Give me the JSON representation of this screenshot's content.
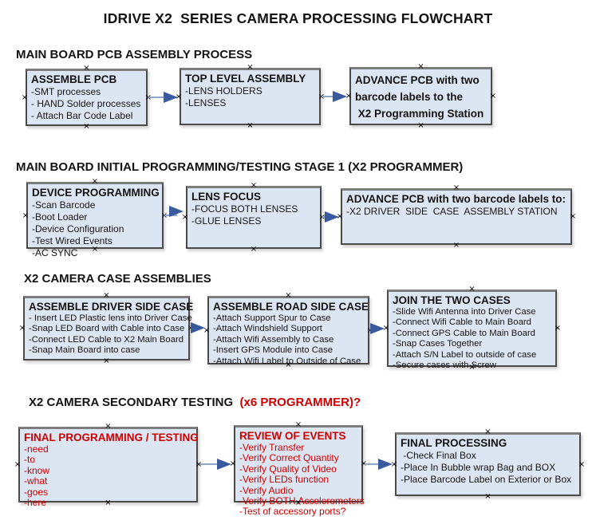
{
  "title": "IDRIVE X2  SERIES CAMERA PROCESSING FLOWCHART",
  "colors": {
    "box_fill": "#dce6f2",
    "box_border": "#4a4a4a",
    "box_border_top": "#7c7c7c",
    "arrow_line": "#8fa7c7",
    "arrow_head": "#3a5a9e",
    "red": "#cc0000"
  },
  "icons": {
    "connection_handle": "×"
  },
  "sections": [
    {
      "header": "MAIN BOARD PCB ASSEMBLY PROCESS",
      "boxes": [
        {
          "title": "ASSEMBLE PCB",
          "items": [
            "-SMT processes",
            "- HAND Solder processes",
            "- Attach Bar Code Label"
          ]
        },
        {
          "title": "TOP LEVEL ASSEMBLY",
          "items": [
            "-LENS HOLDERS",
            "-LENSES"
          ]
        },
        {
          "title_lines": [
            "ADVANCE PCB with two",
            "barcode labels to the",
            " X2 Programming Station"
          ]
        }
      ]
    },
    {
      "header": "MAIN BOARD INITIAL PROGRAMMING/TESTING STAGE 1 (X2 PROGRAMMER)",
      "boxes": [
        {
          "title": "DEVICE PROGRAMMING",
          "items": [
            "-Scan Barcode",
            "-Boot Loader",
            "-Device Configuration",
            "-Test Wired Events",
            "-AC SYNC"
          ]
        },
        {
          "title": "LENS FOCUS",
          "items": [
            "-FOCUS BOTH LENSES",
            "-GLUE LENSES"
          ]
        },
        {
          "title": "ADVANCE PCB with two barcode labels to:",
          "items": [
            "-X2 DRIVER  SIDE  CASE  ASSEMBLY STATION"
          ]
        }
      ]
    },
    {
      "header": "X2 CAMERA CASE ASSEMBLIES",
      "boxes": [
        {
          "title": "ASSEMBLE DRIVER SIDE CASE",
          "items": [
            "- Insert LED Plastic lens into Driver Case",
            "-Snap LED Board with Cable into Case",
            "-Connect LED Cable to X2 Main Board",
            "-Snap Main Board into case"
          ]
        },
        {
          "title": "ASSEMBLE ROAD SIDE CASE",
          "items": [
            "-Attach Support Spur to Case",
            "-Attach Windshield Support",
            "-Attach Wifi Assembly to Case",
            "-Insert GPS Module into Case",
            "-Attach Wifi Label to Outside of Case"
          ]
        },
        {
          "title": "JOIN THE TWO CASES",
          "items": [
            "-Slide Wifi Antenna into Driver Case",
            "-Connect Wifi Cable to Main Board",
            "-Connect GPS Cable to Main Board",
            "-Snap Cases Together",
            "-Attach S/N Label to outside of case",
            "-Secure cases with Screw"
          ]
        }
      ]
    },
    {
      "header": "X2 CAMERA SECONDARY TESTING  ",
      "header_red": "(x6 PROGRAMMER)?",
      "boxes": [
        {
          "title": "FINAL PROGRAMMING / TESTING",
          "items": [
            "-need",
            "-to",
            "-know",
            "-what",
            "-goes",
            "-here"
          ]
        },
        {
          "title": "REVIEW OF EVENTS",
          "items": [
            "-Verify Transfer",
            "-Verify Correct Quantity",
            "-Verify Quality of Video",
            "-Verify LEDs function",
            "-Verify Audio",
            "-Verify BOTH Accelerometers",
            "-Test of accessory ports?"
          ]
        },
        {
          "title": "FINAL PROCESSING",
          "items": [
            " -Check Final Box",
            "-Place In Bubble wrap Bag and BOX",
            "-Place Barcode Label on Exterior or Box"
          ]
        }
      ]
    }
  ]
}
